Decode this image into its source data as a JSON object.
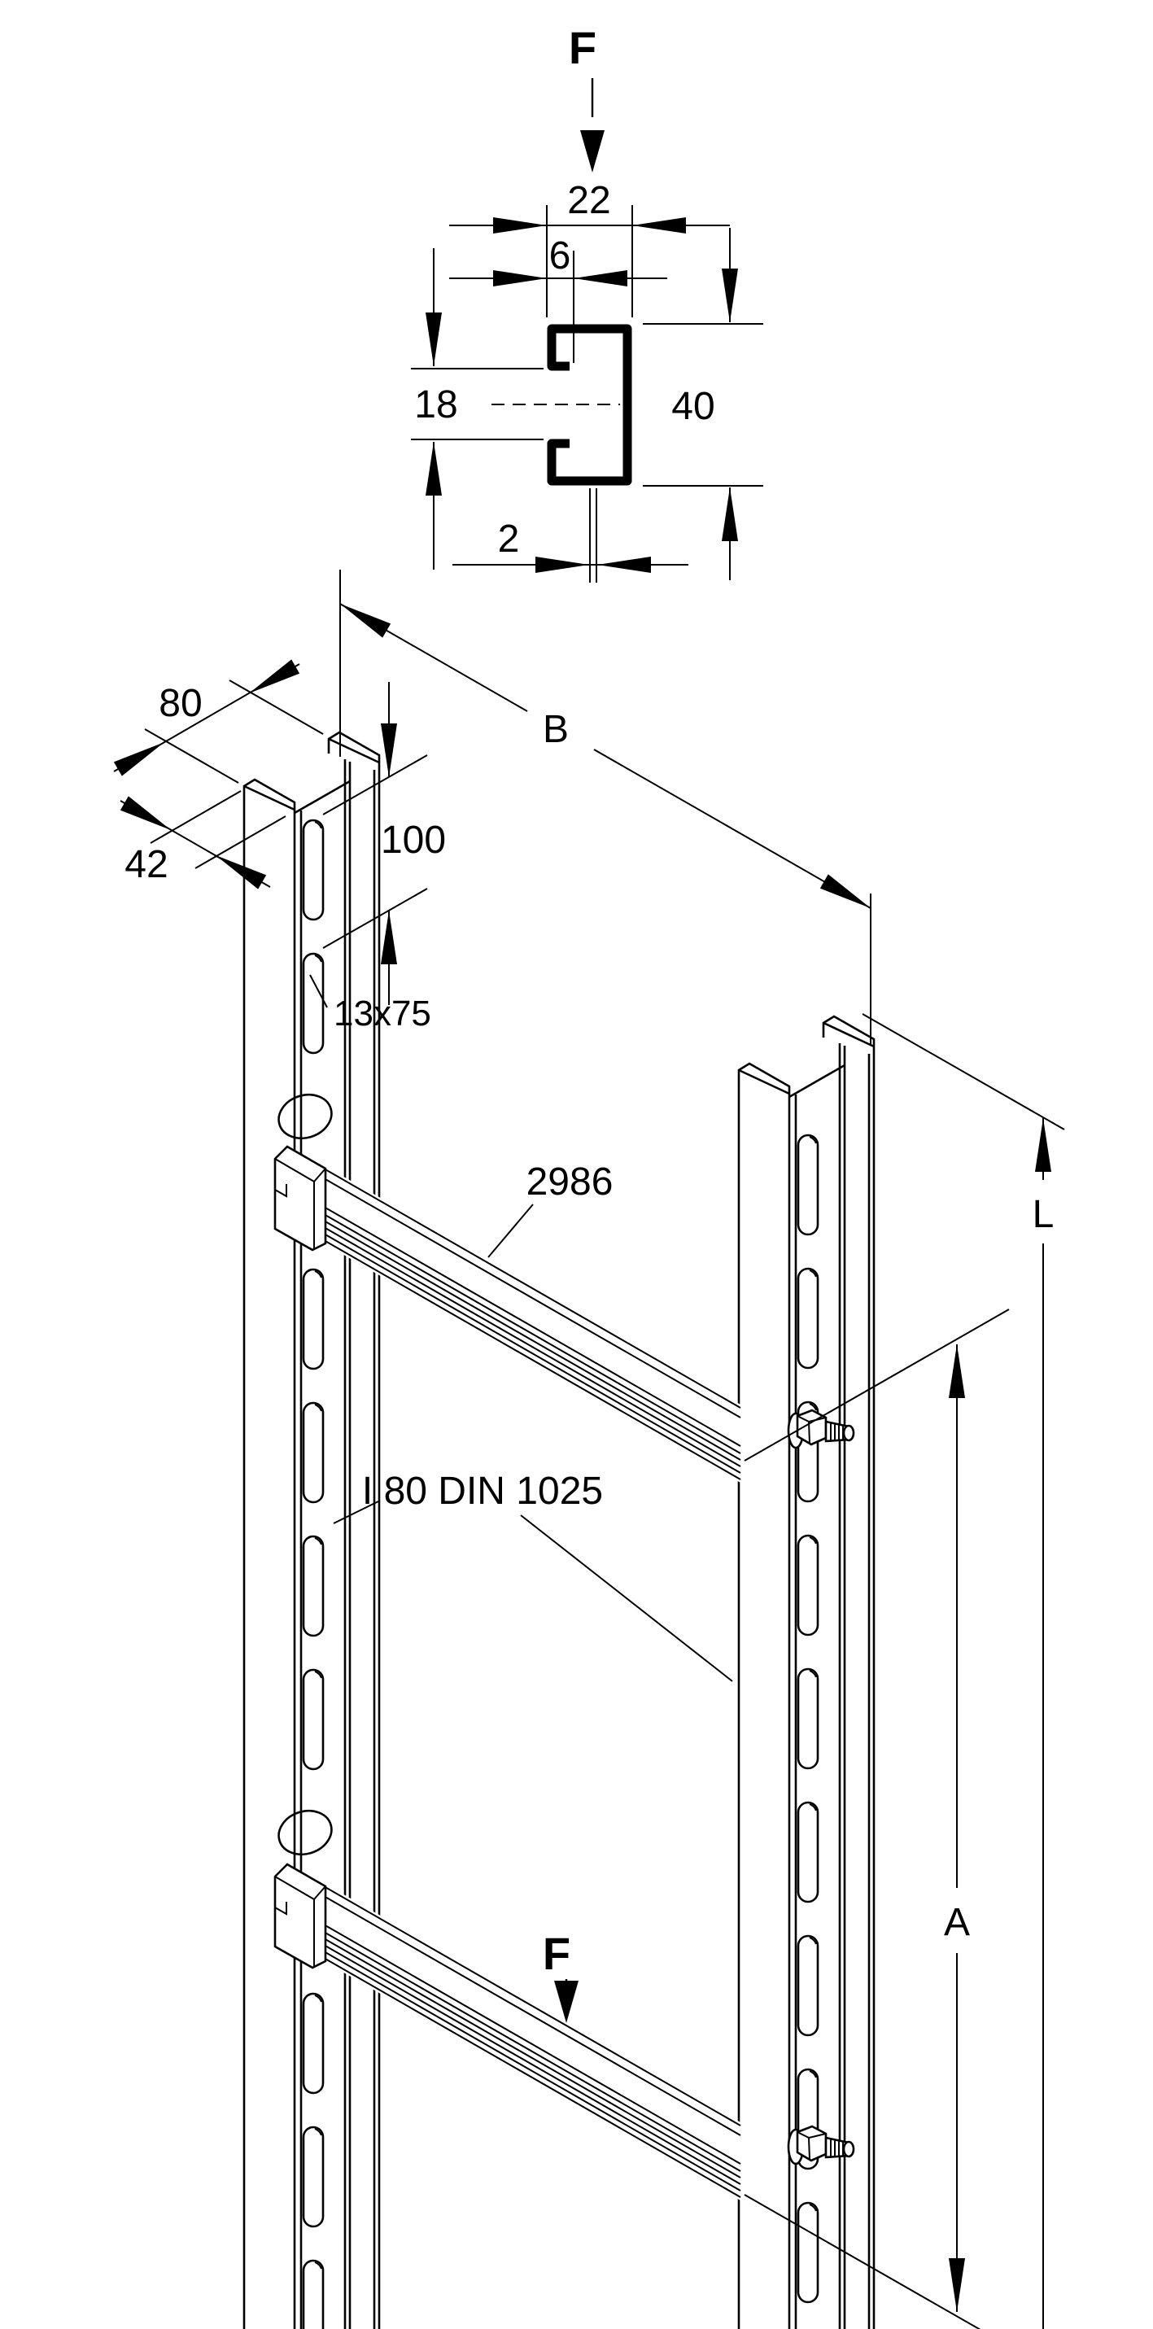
{
  "drawing": {
    "type": "technical-line-drawing",
    "title_semantic": "vertical cable ladder with I-beam rails and C-profile rungs",
    "background_color": "#ffffff",
    "ink_color": "#000000",
    "cross_section": {
      "force_label": "F",
      "profile_width": "22",
      "lip_return": "6",
      "opening_gap": "18",
      "profile_height": "40",
      "wall_thickness": "2"
    },
    "isometric_view": {
      "rail_depth": "80",
      "flange_width": "42",
      "slot_pitch": "100",
      "slot_size": "13x75",
      "overall_width_label": "B",
      "rung_length": "2986",
      "beam_spec": "I 80 DIN 1025",
      "rail_length_label": "L",
      "rung_distance_label": "A",
      "rung_force_label": "F"
    }
  }
}
